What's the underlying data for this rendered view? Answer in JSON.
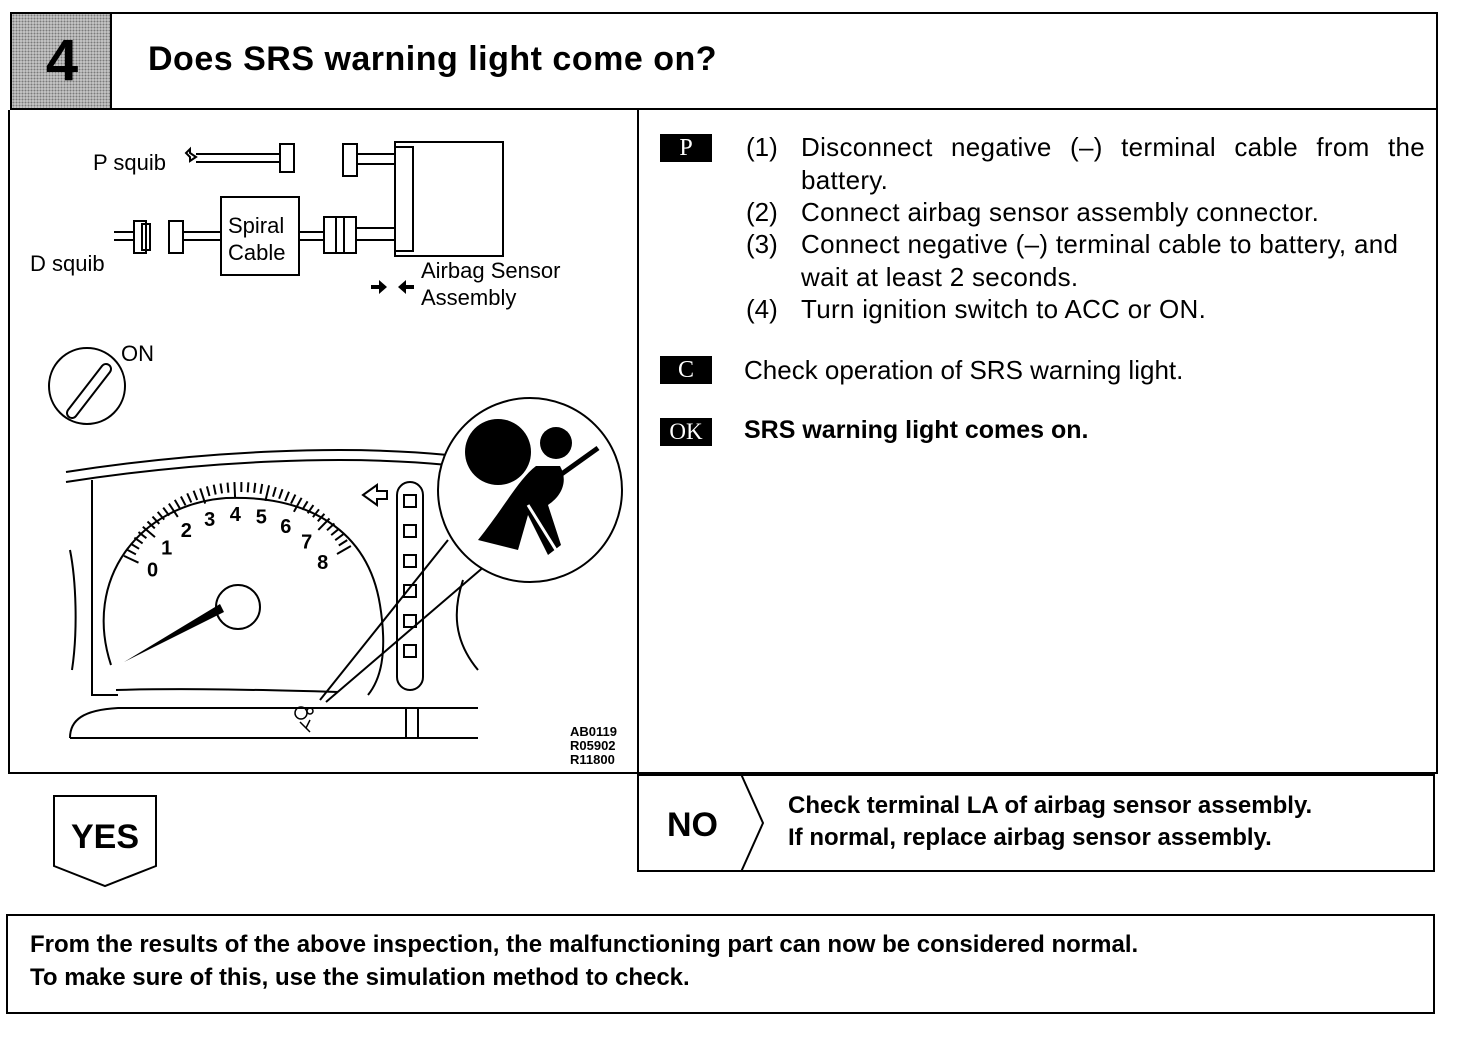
{
  "header": {
    "step_number": "4",
    "title": "Does SRS warning light come on?"
  },
  "diagram": {
    "p_squib": "P squib",
    "d_squib": "D squib",
    "spiral_line1": "Spiral",
    "spiral_line2": "Cable",
    "sensor_line1": "Airbag Sensor",
    "sensor_line2": "Assembly",
    "ignition_on": "ON",
    "gauge_numbers": [
      "0",
      "1",
      "2",
      "3",
      "4",
      "5",
      "6",
      "7",
      "8"
    ],
    "figure_codes": [
      "AB0119",
      "R05902",
      "R11800"
    ]
  },
  "procedure": {
    "prepare_badge": "P",
    "steps": [
      {
        "num": "(1)",
        "text": "Disconnect negative (–) terminal cable from the battery."
      },
      {
        "num": "(2)",
        "text": "Connect airbag sensor assembly connector."
      },
      {
        "num": "(3)",
        "text": "Connect negative (–) terminal cable to battery, and wait at least 2 seconds."
      },
      {
        "num": "(4)",
        "text": "Turn ignition switch to ACC or ON."
      }
    ],
    "check_badge": "C",
    "check_text": "Check operation of SRS warning light.",
    "ok_badge": "OK",
    "ok_text": "SRS warning light comes on."
  },
  "no_branch": {
    "label": "NO",
    "line1": "Check terminal LA of airbag sensor assembly.",
    "line2": "If normal, replace airbag sensor assembly."
  },
  "yes_branch": {
    "label": "YES"
  },
  "note": {
    "line1": "From the results of the above inspection, the malfunctioning part can now be considered normal.",
    "line2": "To make sure of this, use the simulation method to check."
  }
}
